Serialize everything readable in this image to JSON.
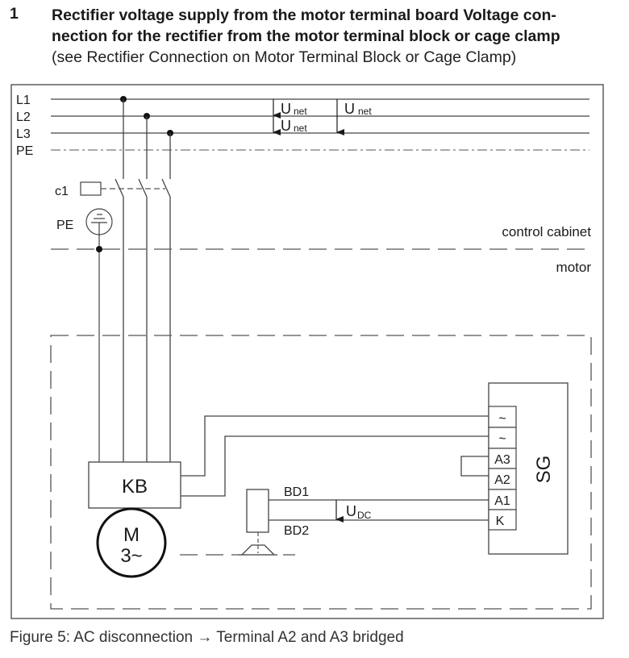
{
  "heading": {
    "number": "1",
    "title_line1": "Rectifier voltage supply from the motor terminal board Voltage con-",
    "title_line2": "nection for the rectifier from the motor terminal block or cage clamp",
    "subtitle": "(see Rectifier Connection on Motor Terminal Block or Cage Clamp)"
  },
  "diagram": {
    "lines": {
      "l1": "L1",
      "l2": "L2",
      "l3": "L3",
      "pe": "PE"
    },
    "voltage_labels": {
      "u": "U",
      "net": "net",
      "dc": "DC"
    },
    "contactor": "c1",
    "pe_ground": "PE",
    "zones": {
      "cabinet": "control cabinet",
      "motor": "motor"
    },
    "terminal_board": "KB",
    "motor": {
      "m": "M",
      "phase": "3~"
    },
    "brake": {
      "bd1": "BD1",
      "bd2": "BD2"
    },
    "rectifier": {
      "name": "SG",
      "terminals": [
        "~",
        "~",
        "A3",
        "A2",
        "A1",
        "K"
      ]
    }
  },
  "caption": "Figure 5: AC disconnection → Terminal A2 and A3 bridged"
}
